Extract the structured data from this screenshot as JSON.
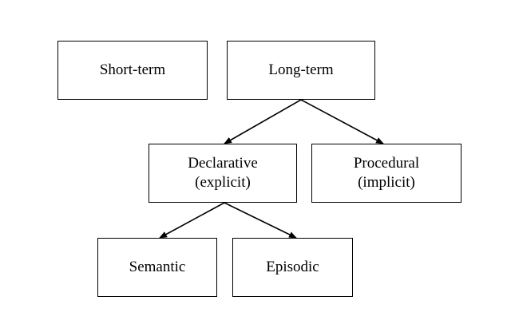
{
  "diagram": {
    "nodes": {
      "short_term": {
        "lines": [
          "Short-term"
        ]
      },
      "long_term": {
        "lines": [
          "Long-term"
        ]
      },
      "declarative": {
        "lines": [
          "Declarative",
          "(explicit)"
        ]
      },
      "procedural": {
        "lines": [
          "Procedural",
          "(implicit)"
        ]
      },
      "semantic": {
        "lines": [
          "Semantic"
        ]
      },
      "episodic": {
        "lines": [
          "Episodic"
        ]
      }
    },
    "edges": [
      {
        "from": "long_term",
        "to": "declarative"
      },
      {
        "from": "long_term",
        "to": "procedural"
      },
      {
        "from": "declarative",
        "to": "semantic"
      },
      {
        "from": "declarative",
        "to": "episodic"
      }
    ],
    "stroke_color": "#000000"
  }
}
